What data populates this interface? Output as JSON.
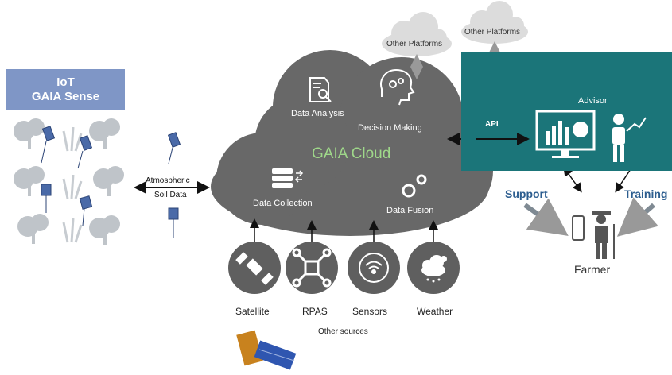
{
  "iot": {
    "title_line1": "IoT",
    "title_line2": "GAIA Sense"
  },
  "atmospheric": {
    "line1": "Atmospheric",
    "line2": "Soil Data"
  },
  "cloud": {
    "title": "GAIA Cloud",
    "data_analysis": "Data Analysis",
    "decision_making": "Decision Making",
    "data_collection": "Data Collection",
    "data_fusion": "Data Fusion",
    "title_color": "#9fd88a",
    "fill_color": "#686868"
  },
  "other_platforms": [
    "Other Platforms",
    "Other Platforms"
  ],
  "api_label": "API",
  "advisor": {
    "label": "Advisor",
    "panel_color": "#1b7579"
  },
  "support_label": "Support",
  "training_label": "Training",
  "farmer_label": "Farmer",
  "sources": {
    "items": [
      "Satellite",
      "RPAS",
      "Sensors",
      "Weather"
    ],
    "caption": "Other sources",
    "icons": [
      "satellite-icon",
      "drone-icon",
      "wifi-sensor-icon",
      "weather-cloud-icon"
    ]
  }
}
